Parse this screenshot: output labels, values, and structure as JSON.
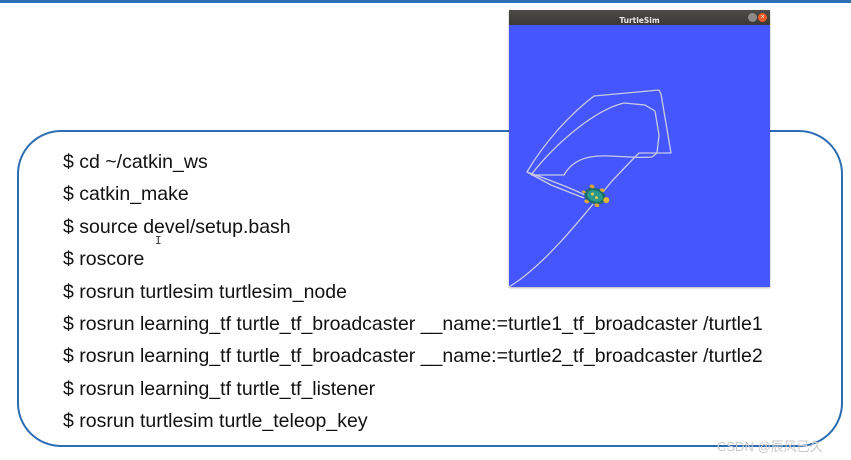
{
  "commands": [
    "$ cd ~/catkin_ws",
    "$ catkin_make",
    "$ source devel/setup.bash",
    "$ roscore",
    "$ rosrun turtlesim turtlesim_node",
    "$ rosrun learning_tf turtle_tf_broadcaster __name:=turtle1_tf_broadcaster /turtle1",
    "$ rosrun learning_tf turtle_tf_broadcaster __name:=turtle2_tf_broadcaster /turtle2",
    "$ rosrun learning_tf turtle_tf_listener",
    "$ rosrun turtlesim turtle_teleop_key"
  ],
  "turtlesim": {
    "title": "TurtleSim",
    "background_color": "#4556ff",
    "trail_color": "#c9cbe6",
    "icons": [
      "minimize-icon",
      "close-icon",
      "turtle-icon"
    ]
  },
  "colors": {
    "box_border": "#2b6cb3",
    "top_line": "#2f6fb6"
  },
  "watermark": "CSDN @辰风已久"
}
